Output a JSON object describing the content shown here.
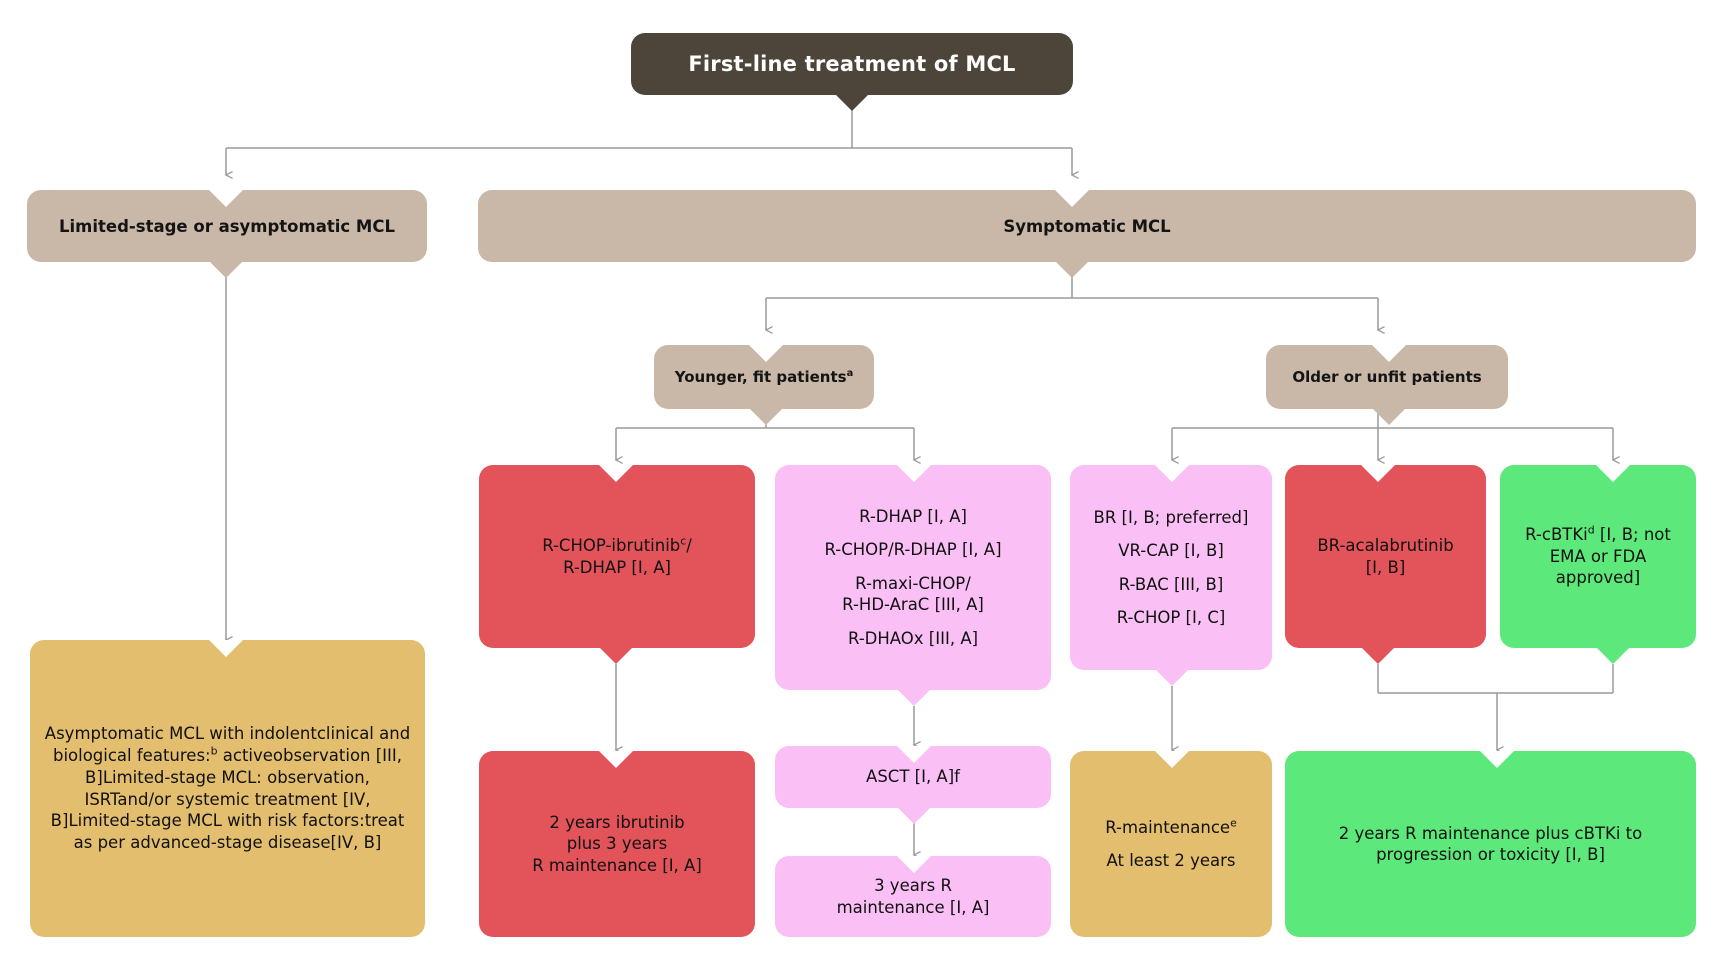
{
  "title": "First-line treatment of MCL",
  "colors": {
    "header": "#4D443A",
    "beige": "#C9B8A8",
    "tan": "#E3BE6E",
    "red": "#E2535A",
    "pink": "#FAC0F5",
    "green": "#5CE87A",
    "connector": "#9a9a9a",
    "text": "#111111",
    "header_text": "#FFFFFF"
  },
  "nodes": {
    "root": {
      "label": "First-line treatment of MCL"
    },
    "limited_stage": {
      "label": "Limited-stage or asymptomatic MCL"
    },
    "symptomatic": {
      "label": "Symptomatic MCL"
    },
    "younger_fit": {
      "label": "Younger, fit patients",
      "sup": "a"
    },
    "older_unfit": {
      "label": "Older or unfit patients"
    },
    "limited_detail": {
      "paragraphs": [
        {
          "lines": [
            "Asymptomatic MCL with indolent",
            "clinical and biological features:|b| active",
            "observation [III, B]"
          ]
        },
        {
          "lines": [
            "Limited-stage MCL: observation, ISRT",
            "and/or systemic treatment [IV, B]"
          ]
        },
        {
          "lines": [
            "Limited-stage MCL with risk factors:",
            "treat as per advanced-stage disease",
            "[IV, B]"
          ]
        }
      ]
    },
    "rchop_ibrutinib": {
      "paragraphs": [
        {
          "lines": [
            "R-CHOP-ibrutinib|c|/",
            "R-DHAP [I, A]"
          ]
        }
      ]
    },
    "rdhap_group": {
      "paragraphs": [
        {
          "lines": [
            "R-DHAP [I, A]"
          ]
        },
        {
          "lines": [
            "R-CHOP/R-DHAP [I, A]"
          ]
        },
        {
          "lines": [
            "R-maxi-CHOP/",
            "R-HD-AraC [III, A]"
          ]
        },
        {
          "lines": [
            "R-DHAOx [III, A]"
          ]
        }
      ]
    },
    "br_group": {
      "paragraphs": [
        {
          "lines": [
            "BR [I, B; preferred]"
          ]
        },
        {
          "lines": [
            "VR-CAP [I, B]"
          ]
        },
        {
          "lines": [
            "R-BAC [III, B]"
          ]
        },
        {
          "lines": [
            "R-CHOP [I, C]"
          ]
        }
      ]
    },
    "br_acala": {
      "paragraphs": [
        {
          "lines": [
            "BR-acalabrutinib",
            "[I, B]"
          ]
        }
      ]
    },
    "rcbtki": {
      "paragraphs": [
        {
          "lines": [
            "R-cBTKi|d| [I, B; not",
            "EMA or FDA",
            "approved]"
          ]
        }
      ]
    },
    "ibrutinib_maint": {
      "paragraphs": [
        {
          "lines": [
            "2 years ibrutinib",
            "plus 3 years",
            "R maintenance [I, A]"
          ]
        }
      ]
    },
    "asct": {
      "paragraphs": [
        {
          "lines": [
            "ASCT [I, A]f"
          ]
        }
      ]
    },
    "three_years_r": {
      "paragraphs": [
        {
          "lines": [
            "3 years R",
            "maintenance [I, A]"
          ]
        }
      ]
    },
    "r_maintenance": {
      "paragraphs": [
        {
          "lines": [
            "R-maintenance|e|"
          ]
        },
        {
          "lines": [
            "At least 2 years"
          ]
        }
      ]
    },
    "two_years_cbtki": {
      "paragraphs": [
        {
          "lines": [
            "2 years R maintenance plus cBTKi to",
            "progression or toxicity [I, B]"
          ]
        }
      ]
    }
  }
}
